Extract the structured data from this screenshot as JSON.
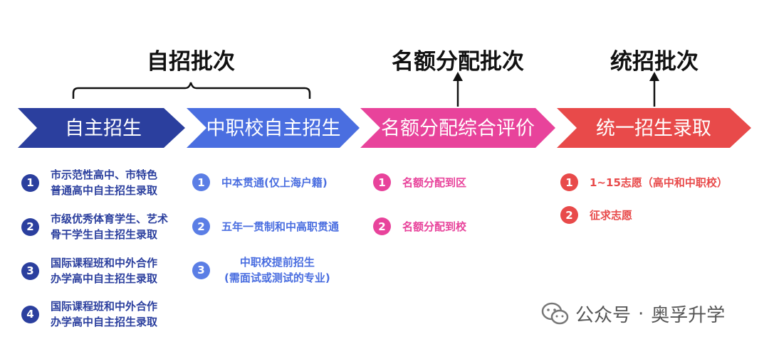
{
  "headings": {
    "zizhao": "自招批次",
    "mingefenpei": "名额分配批次",
    "tongzhao": "统招批次"
  },
  "colors": {
    "dark_blue": "#2b3f9e",
    "blue": "#4a6ee0",
    "pink": "#e8439b",
    "red": "#e84a4a",
    "badge_dark_blue": "#2b3f9e",
    "badge_blue": "#5b7ee5",
    "badge_pink": "#e8439b",
    "badge_red": "#e84a4a"
  },
  "chevrons": [
    {
      "label": "自主招生",
      "color": "#2b3f9e"
    },
    {
      "label": "中职校自主招生",
      "color": "#4a6ee0"
    },
    {
      "label": "名额分配综合评价",
      "color": "#e8439b"
    },
    {
      "label": "统一招生录取",
      "color": "#e84a4a"
    }
  ],
  "columns": [
    {
      "text_color": "#2b3f9e",
      "badge_color": "#2b3f9e",
      "items": [
        {
          "num": "1",
          "text": "市示范性高中、市特色\n普通高中自主招生录取"
        },
        {
          "num": "2",
          "text": "市级优秀体育学生、艺术\n骨干学生自主招生录取"
        },
        {
          "num": "3",
          "text": "国际课程班和中外合作\n办学高中自主招生录取"
        },
        {
          "num": "4",
          "text": "国际课程班和中外合作\n办学高中自主招生录取"
        }
      ]
    },
    {
      "text_color": "#4a6ee0",
      "badge_color": "#5b7ee5",
      "items": [
        {
          "num": "1",
          "text": "中本贯通(仅上海户籍)"
        },
        {
          "num": "2",
          "text": "五年一贯制和中高职贯通"
        },
        {
          "num": "3",
          "text": "中职校提前招生\n(需面试或测试的专业)"
        }
      ]
    },
    {
      "text_color": "#e8439b",
      "badge_color": "#e8439b",
      "items": [
        {
          "num": "1",
          "text": "名额分配到区"
        },
        {
          "num": "2",
          "text": "名额分配到校"
        }
      ]
    },
    {
      "text_color": "#e84a4a",
      "badge_color": "#e84a4a",
      "items": [
        {
          "num": "1",
          "text": "1~15志愿（高中和中职校）"
        },
        {
          "num": "2",
          "text": "征求志愿"
        }
      ]
    }
  ],
  "watermark": {
    "icon": "wechat-icon",
    "account": "公众号",
    "separator": "·",
    "name": "奥孚升学"
  }
}
